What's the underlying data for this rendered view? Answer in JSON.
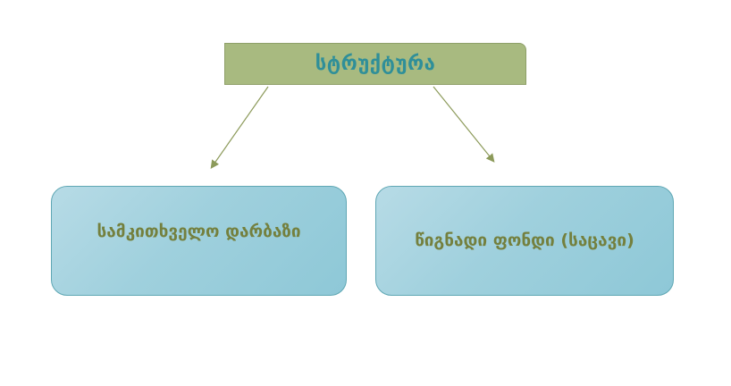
{
  "diagram": {
    "root": {
      "label": "სტრუქტურა"
    },
    "children": [
      {
        "label": "სამკითხველო დარბაზი"
      },
      {
        "label": "წიგნადი ფონდი (საცავი)"
      }
    ]
  },
  "colors": {
    "root_fill": "#a8ba80",
    "root_text": "#2f8f99",
    "child_fill": "#9fd0dd",
    "child_border": "#5fa7b4",
    "child_text": "#74803e",
    "connector": "#8c9a5a"
  }
}
